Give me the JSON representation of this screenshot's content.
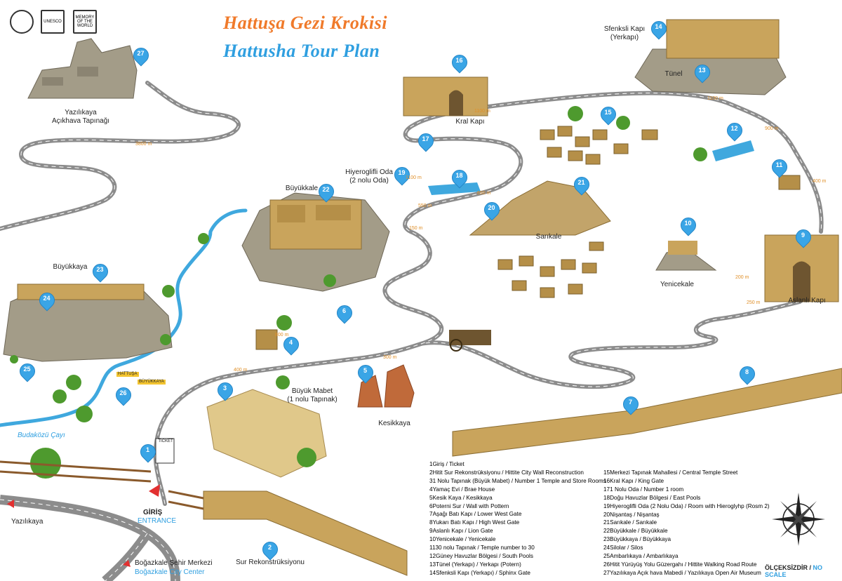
{
  "title": {
    "tr": "Hattuşa Gezi Krokisi",
    "en": "Hattusha Tour Plan"
  },
  "logos": {
    "unesco": "UNESCO",
    "memory": "MEMORY OF THE WORLD"
  },
  "places": [
    {
      "id": "27",
      "lines": [
        "Yazılıkaya",
        "Açıkhava Tapınağı"
      ]
    },
    {
      "id": "14",
      "lines": [
        "Sfenksli Kapı",
        "(Yerkapı)"
      ]
    },
    {
      "id": "13",
      "lines": [
        "Tünel"
      ]
    },
    {
      "id": "16",
      "lines": [
        "Kral Kapı"
      ]
    },
    {
      "id": "17",
      "lines": []
    },
    {
      "id": "18",
      "lines": []
    },
    {
      "id": "19",
      "lines": [
        "Hiyeroglifli Oda",
        "(2 nolu Oda)"
      ]
    },
    {
      "id": "22",
      "lines": [
        "Büyükkale"
      ]
    },
    {
      "id": "15",
      "lines": []
    },
    {
      "id": "12",
      "lines": []
    },
    {
      "id": "11",
      "lines": []
    },
    {
      "id": "21",
      "lines": [
        "Sarıkale"
      ]
    },
    {
      "id": "20",
      "lines": []
    },
    {
      "id": "10",
      "lines": [
        "Yenicekale"
      ]
    },
    {
      "id": "9",
      "lines": [
        "Aslanlı Kapı"
      ]
    },
    {
      "id": "23",
      "lines": [
        "Büyükkaya"
      ]
    },
    {
      "id": "24",
      "lines": []
    },
    {
      "id": "6",
      "lines": []
    },
    {
      "id": "4",
      "lines": []
    },
    {
      "id": "5",
      "lines": [
        "Kesikkaya"
      ]
    },
    {
      "id": "3",
      "lines": [
        "Büyük Mabet",
        "(1 nolu Tapınak)"
      ]
    },
    {
      "id": "25",
      "lines": []
    },
    {
      "id": "26",
      "lines": []
    },
    {
      "id": "1",
      "lines": []
    },
    {
      "id": "7",
      "lines": []
    },
    {
      "id": "8",
      "lines": []
    },
    {
      "id": "2",
      "lines": [
        "Sur Rekonstrüksiyonu"
      ]
    }
  ],
  "map_labels": {
    "river": "Budaközü Çayı",
    "ticket": "TICKET",
    "entrance_tr": "GİRİŞ",
    "entrance_en": "ENTRANCE",
    "yazilikaya": "Yazılıkaya",
    "city_tr": "Boğazkale Şehir Merkezi",
    "city_en": "Boğazkale City Center",
    "sign1": "HATTUŞA",
    "sign2": "BÜYÜKKAYA"
  },
  "distances": [
    "3800 m",
    "800 m",
    "400 m",
    "300 m",
    "550 m",
    "650 m",
    "1100 m",
    "1100 m",
    "900 m",
    "400 m",
    "200 m",
    "250 m",
    "150 m",
    "1100 m"
  ],
  "legend_left": [
    {
      "n": "1",
      "tr": "Giriş",
      "en": "Ticket"
    },
    {
      "n": "2",
      "tr": "Hitit Sur Rekonstrüksiyonu",
      "en": "Hittite City Wall  Reconstruction"
    },
    {
      "n": "3",
      "tr": "1 Nolu Tapınak (Büyük Mabet)",
      "en": "Number 1 Temple and Store Rooms"
    },
    {
      "n": "4",
      "tr": "Yamaç Evi",
      "en": "Brae House"
    },
    {
      "n": "5",
      "tr": "Kesik Kaya",
      "en": "Kesikkaya"
    },
    {
      "n": "6",
      "tr": "Poterni Sur",
      "en": "Wall with Pottern"
    },
    {
      "n": "7",
      "tr": "Aşağı Batı Kapı",
      "en": "Lower West Gate"
    },
    {
      "n": "8",
      "tr": "Yukarı Batı Kapı",
      "en": "High West Gate"
    },
    {
      "n": "9",
      "tr": "Aslanlı Kapı",
      "en": "Lion Gate"
    },
    {
      "n": "10",
      "tr": "Yenicekale",
      "en": "Yenicekale"
    },
    {
      "n": "11",
      "tr": "30 nolu Tapınak",
      "en": "Temple number to 30"
    },
    {
      "n": "12",
      "tr": "Güney Havuzlar Bölgesi",
      "en": "South Pools"
    },
    {
      "n": "13",
      "tr": "Tünel (Yerkapı)",
      "en": "Yerkapı (Potern)"
    },
    {
      "n": "14",
      "tr": "Sfenksli Kapı (Yerkapı)",
      "en": "Sphinx Gate"
    }
  ],
  "legend_right": [
    {
      "n": "15",
      "tr": "Merkezi Tapınak Mahallesi",
      "en": "Central Temple Street"
    },
    {
      "n": "16",
      "tr": "Kral Kapı",
      "en": "King Gate"
    },
    {
      "n": "17",
      "tr": "1 Nolu Oda",
      "en": "Number 1 room"
    },
    {
      "n": "18",
      "tr": "Doğu Havuzlar Bölgesi",
      "en": "East Pools"
    },
    {
      "n": "19",
      "tr": "Hiyeroglifli Oda (2 Nolu Oda)",
      "en": "Room with Hieroglyhp (Rosm 2)"
    },
    {
      "n": "20",
      "tr": "Nişantaş",
      "en": "Nişantaş"
    },
    {
      "n": "21",
      "tr": "Sarıkale",
      "en": "Sarıkale"
    },
    {
      "n": "22",
      "tr": "Büyükkale",
      "en": "Büyükkale"
    },
    {
      "n": "23",
      "tr": "Büyükkaya",
      "en": "Büyükkaya"
    },
    {
      "n": "24",
      "tr": "Silolar",
      "en": "Silos"
    },
    {
      "n": "25",
      "tr": "Ambarlıkaya",
      "en": "Ambarlıkaya"
    },
    {
      "n": "26",
      "tr": "Hitit Yürüyüş Yolu Güzergahı",
      "en": "Hittite Walking Road Route"
    },
    {
      "n": "27",
      "tr": "Yazılıkaya Açık hava Mabedi",
      "en": "Yazılıkaya Open Air Museum"
    }
  ],
  "scale": {
    "tr": "ÖLÇEKSİZDİR",
    "en": "NO SCALE"
  },
  "colors": {
    "road": "#8c8c8c",
    "road_edge": "#ffffff",
    "pin": "#3aa5e6",
    "stone": "#c9a45c",
    "rock": "#a39c88",
    "tree": "#4e9a2e",
    "water": "#3fa8de",
    "title_tr": "#f07a2a",
    "title_en": "#2f9fe0"
  }
}
